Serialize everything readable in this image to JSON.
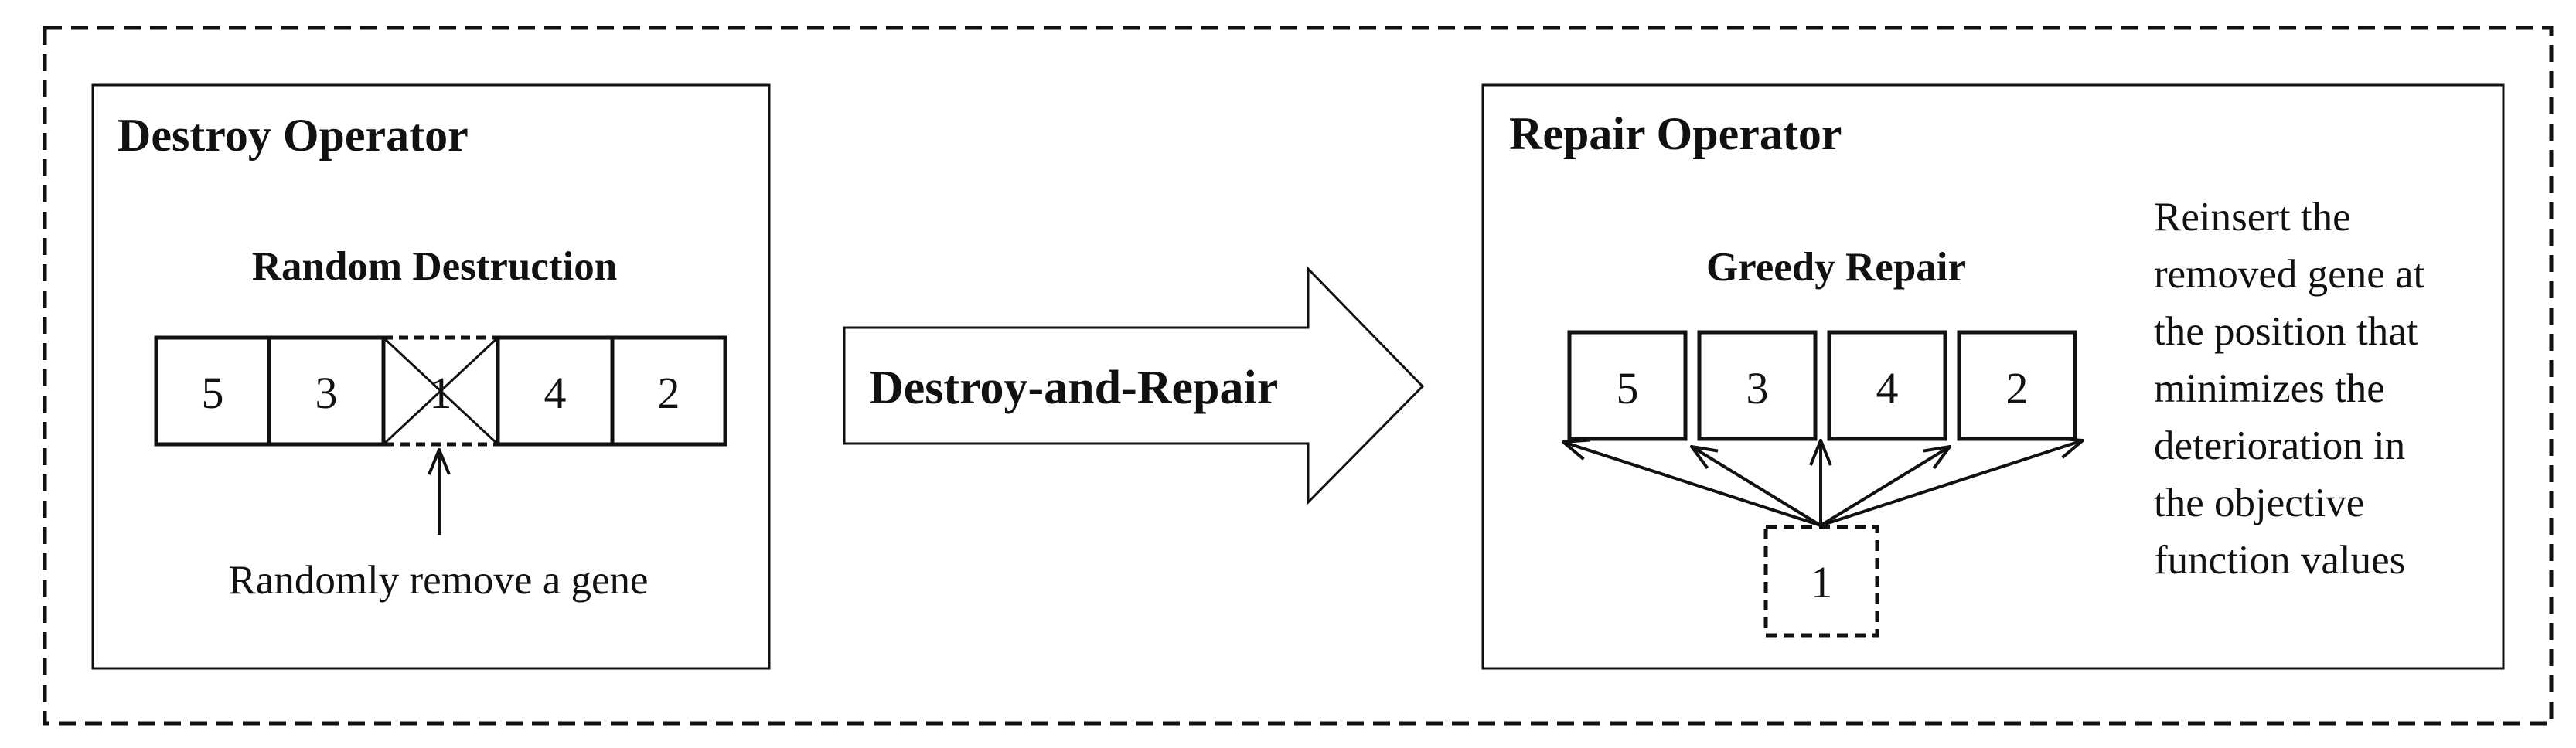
{
  "destroy": {
    "title": "Destroy Operator",
    "subtitle": "Random Destruction",
    "genes": [
      "5",
      "3",
      "1",
      "4",
      "2"
    ],
    "removed_index": 2,
    "caption": "Randomly remove a gene"
  },
  "arrow": {
    "label": "Destroy-and-Repair"
  },
  "repair": {
    "title": "Repair Operator",
    "subtitle": "Greedy Repair",
    "genes": [
      "5",
      "3",
      "4",
      "2"
    ],
    "removed_gene": "1",
    "description": [
      "Reinsert the",
      "removed gene at",
      "the position that",
      "minimizes the",
      "deterioration in",
      "the objective",
      "function values"
    ]
  }
}
